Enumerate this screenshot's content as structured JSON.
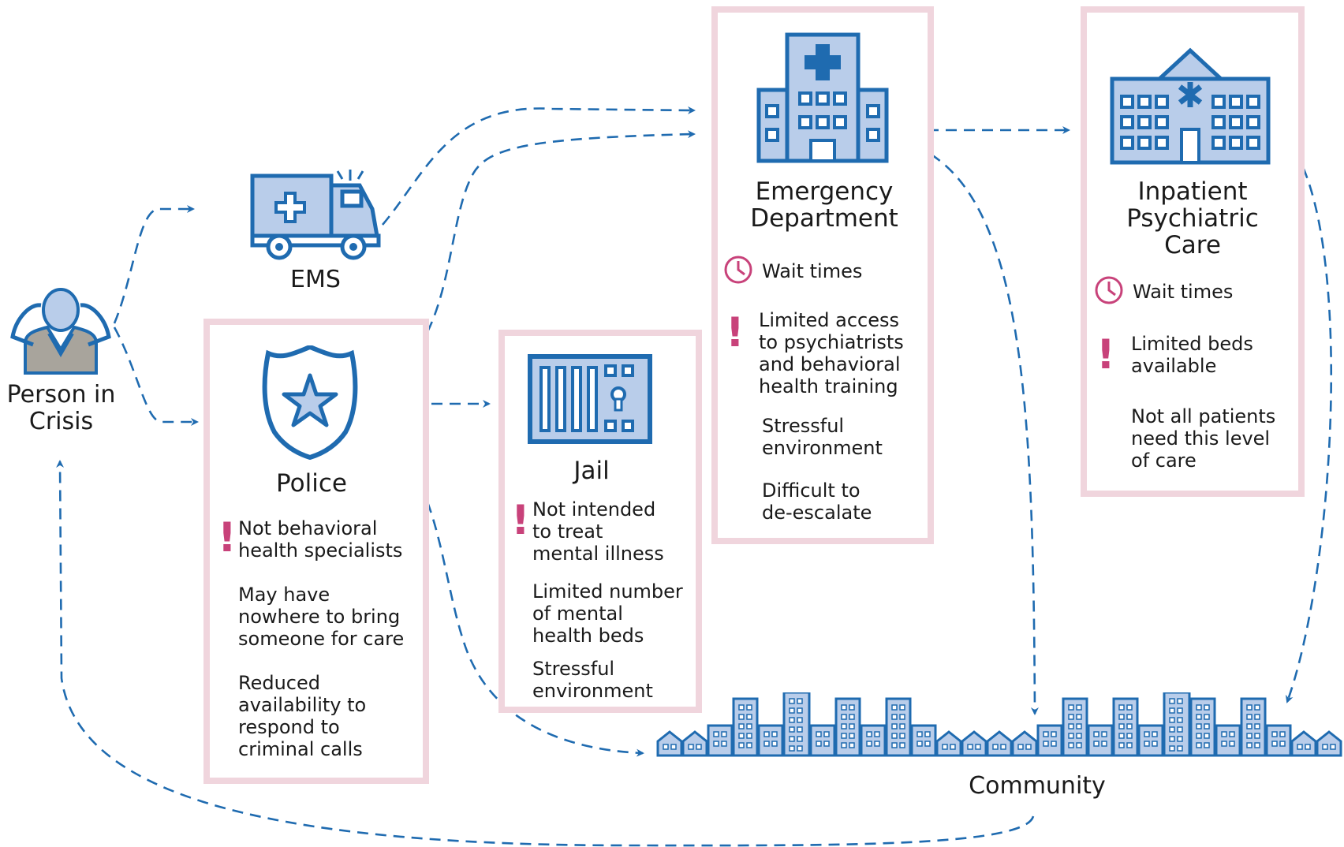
{
  "colors": {
    "blue": "#1f6bb0",
    "icon_fill": "#b9cdea",
    "box_border": "#f0d5dd",
    "accent_pink": "#c8427a",
    "person_body": "#a8a49c"
  },
  "nodes": {
    "person": {
      "label": "Person in\nCrisis",
      "icon": "person-in-crisis-icon"
    },
    "ems": {
      "label": "EMS",
      "icon": "ambulance-icon"
    },
    "police": {
      "label": "Police",
      "icon": "police-badge-icon",
      "notes": [
        "Not behavioral\nhealth specialists",
        "May have\nnowhere to bring\nsomeone for care",
        "Reduced\navailability to\nrespond to\ncriminal calls"
      ]
    },
    "jail": {
      "label": "Jail",
      "icon": "jail-cell-icon",
      "notes": [
        "Not intended\nto treat\nmental illness",
        "Limited number\nof mental\nhealth beds",
        "Stressful\nenvironment"
      ]
    },
    "ed": {
      "label": "Emergency\nDepartment",
      "icon": "hospital-building-icon",
      "notes": [
        "Wait times",
        "Limited access\nto psychiatrists\nand behavioral\nhealth training",
        "Stressful\nenvironment",
        "Difficult to\nde-escalate"
      ]
    },
    "inpatient": {
      "label": "Inpatient\nPsychiatric\nCare",
      "icon": "psychiatric-hospital-icon",
      "notes": [
        "Wait times",
        "Limited beds\navailable",
        "Not all patients\nneed this level\nof care"
      ]
    },
    "community": {
      "label": "Community",
      "icon": "city-skyline-icon"
    }
  },
  "markers": {
    "warning": "!",
    "clock": "clock-icon"
  }
}
